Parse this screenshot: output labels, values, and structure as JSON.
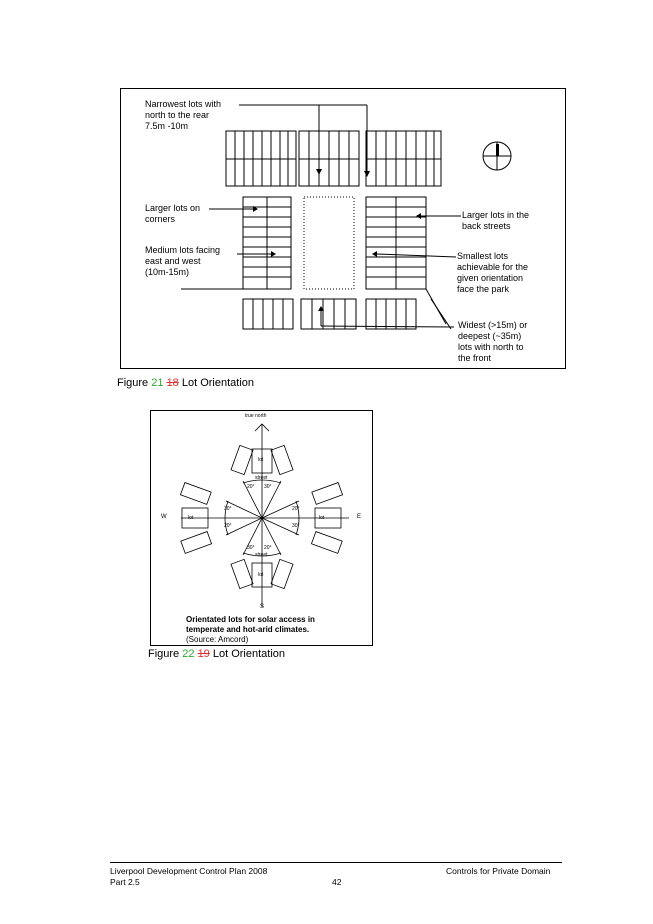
{
  "figure1": {
    "labels": {
      "narrowest": [
        "Narrowest lots with",
        "north to the rear",
        "7.5m -10m"
      ],
      "larger_corners": [
        "Larger lots on",
        "corners"
      ],
      "medium": [
        "Medium lots facing",
        "east and west",
        "(10m-15m)"
      ],
      "larger_back": [
        "Larger lots in the",
        "back streets"
      ],
      "smallest": [
        "Smallest lots",
        "achievable for the",
        "given orientation",
        "face the park"
      ],
      "widest": [
        "Widest (>15m) or",
        "deepest (~35m)",
        "lots with north to",
        "the front"
      ]
    },
    "caption": {
      "prefix": "Figure ",
      "new_num": "21",
      "old_num": "18",
      "suffix": " Lot Orientation"
    }
  },
  "figure2": {
    "labels": {
      "true_north": "true north",
      "lot": "lot",
      "street": "street",
      "w": "W",
      "e": "E",
      "s": "S",
      "deg30": "30°",
      "deg20": "20°",
      "caption_lines": [
        "Orientated lots for solar access in",
        "temperate and hot-arid climates.",
        "(Source: Amcord)"
      ]
    },
    "caption": {
      "prefix": "Figure ",
      "new_num": "22",
      "old_num": "19",
      "suffix": " Lot Orientation"
    }
  },
  "footer": {
    "left_line1": "Liverpool Development Control Plan 2008",
    "left_line2": "Part 2.5",
    "page_number": "42",
    "right": "Controls for Private Domain"
  }
}
